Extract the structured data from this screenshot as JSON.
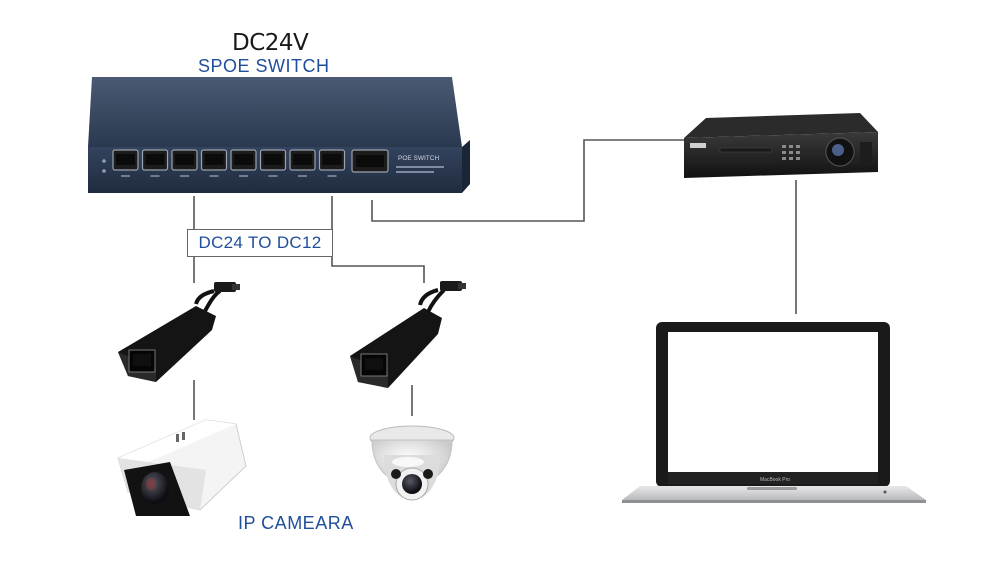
{
  "diagram": {
    "title": "DC24V",
    "device_label": "SPOE SWITCH",
    "converter_label": "DC24 TO DC12",
    "camera_label": "IP CAMEARA",
    "switch_panel_text": "POE SWITCH",
    "switch_port_count": 8,
    "laptop_brand_text": "MacBook Pro"
  },
  "colors": {
    "switch_body": "#2f3e55",
    "label_blue": "#1f4e9a",
    "cable": "#555555"
  },
  "icons": [
    "poe-switch-icon",
    "nvr-recorder-icon",
    "laptop-icon",
    "poe-splitter-icon",
    "bullet-camera-icon",
    "dome-camera-icon"
  ]
}
